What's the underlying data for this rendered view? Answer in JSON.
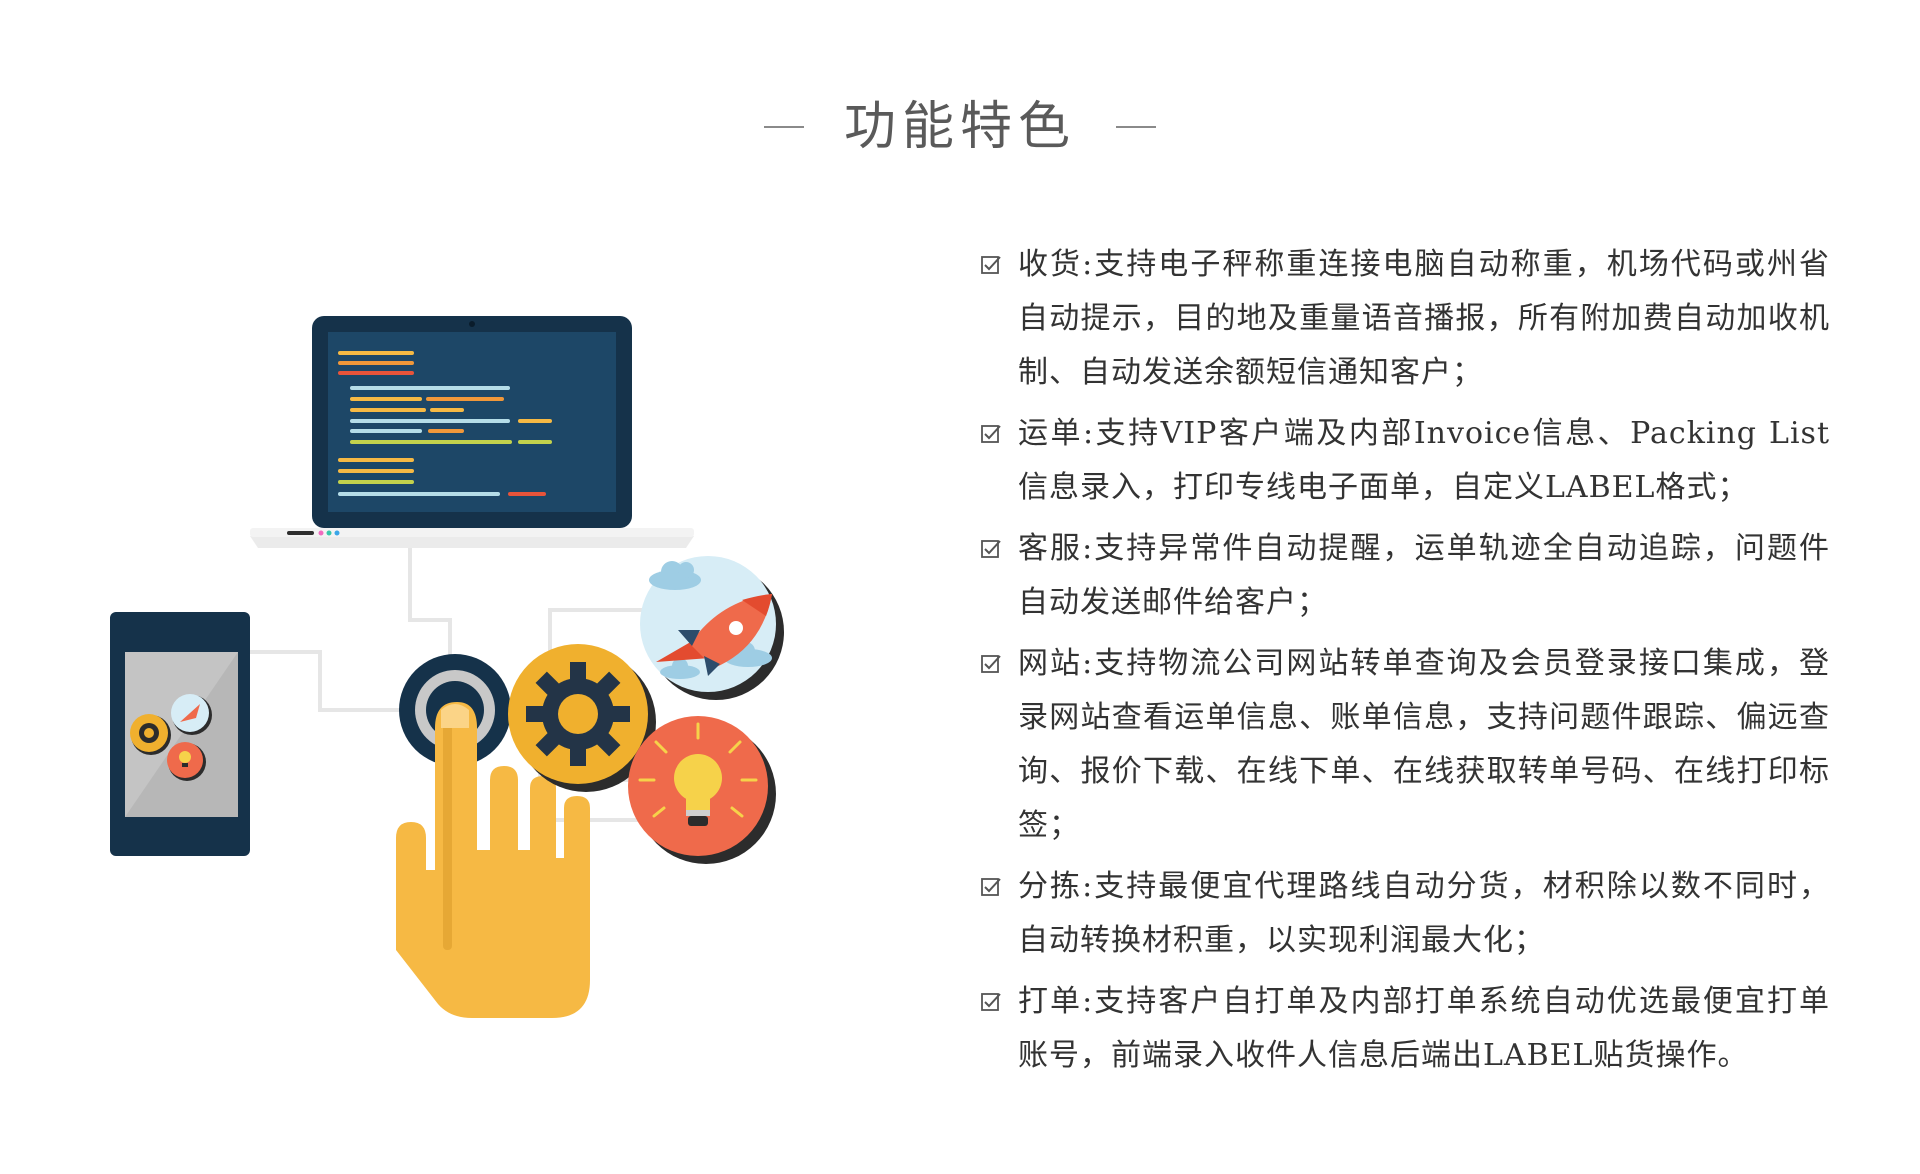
{
  "title": "功能特色",
  "features": [
    {
      "icon": "checkbox-checked-icon",
      "text": "收货:支持电子秤称重连接电脑自动称重，机场代码或州省自动提示，目的地及重量语音播报，所有附加费自动加收机制、自动发送余额短信通知客户；"
    },
    {
      "icon": "checkbox-checked-icon",
      "text": "运单:支持VIP客户端及内部Invoice信息、Packing List信息录入，打印专线电子面单，自定义LABEL格式；"
    },
    {
      "icon": "checkbox-checked-icon",
      "text": "客服:支持异常件自动提醒，运单轨迹全自动追踪，问题件自动发送邮件给客户；"
    },
    {
      "icon": "checkbox-checked-icon",
      "text": "网站:支持物流公司网站转单查询及会员登录接口集成，登录网站查看运单信息、账单信息，支持问题件跟踪、偏远查询、报价下载、在线下单、在线获取转单号码、在线打印标签；"
    },
    {
      "icon": "checkbox-checked-icon",
      "text": "分拣:支持最便宜代理路线自动分货，材积除以数不同时，自动转换材积重，以实现利润最大化；"
    },
    {
      "icon": "checkbox-checked-icon",
      "text": "打单:支持客户自打单及内部打单系统自动优选最便宜打单账号，前端录入收件人信息后端出LABEL贴货操作。"
    }
  ],
  "illustration": {
    "elements": [
      "laptop-icon",
      "tablet-icon",
      "touch-button-icon",
      "pointing-hand-icon",
      "gear-icon",
      "rocket-icon",
      "light-bulb-icon",
      "cloud-icon"
    ],
    "colors": {
      "navy": "#15324a",
      "laptop_screen": "#1d4767",
      "yellow": "#f6b944",
      "orange_red": "#ef6a4b",
      "gear_yellow": "#f0b02e",
      "sky": "#d7edf6",
      "connector": "#e6e6e6"
    }
  }
}
